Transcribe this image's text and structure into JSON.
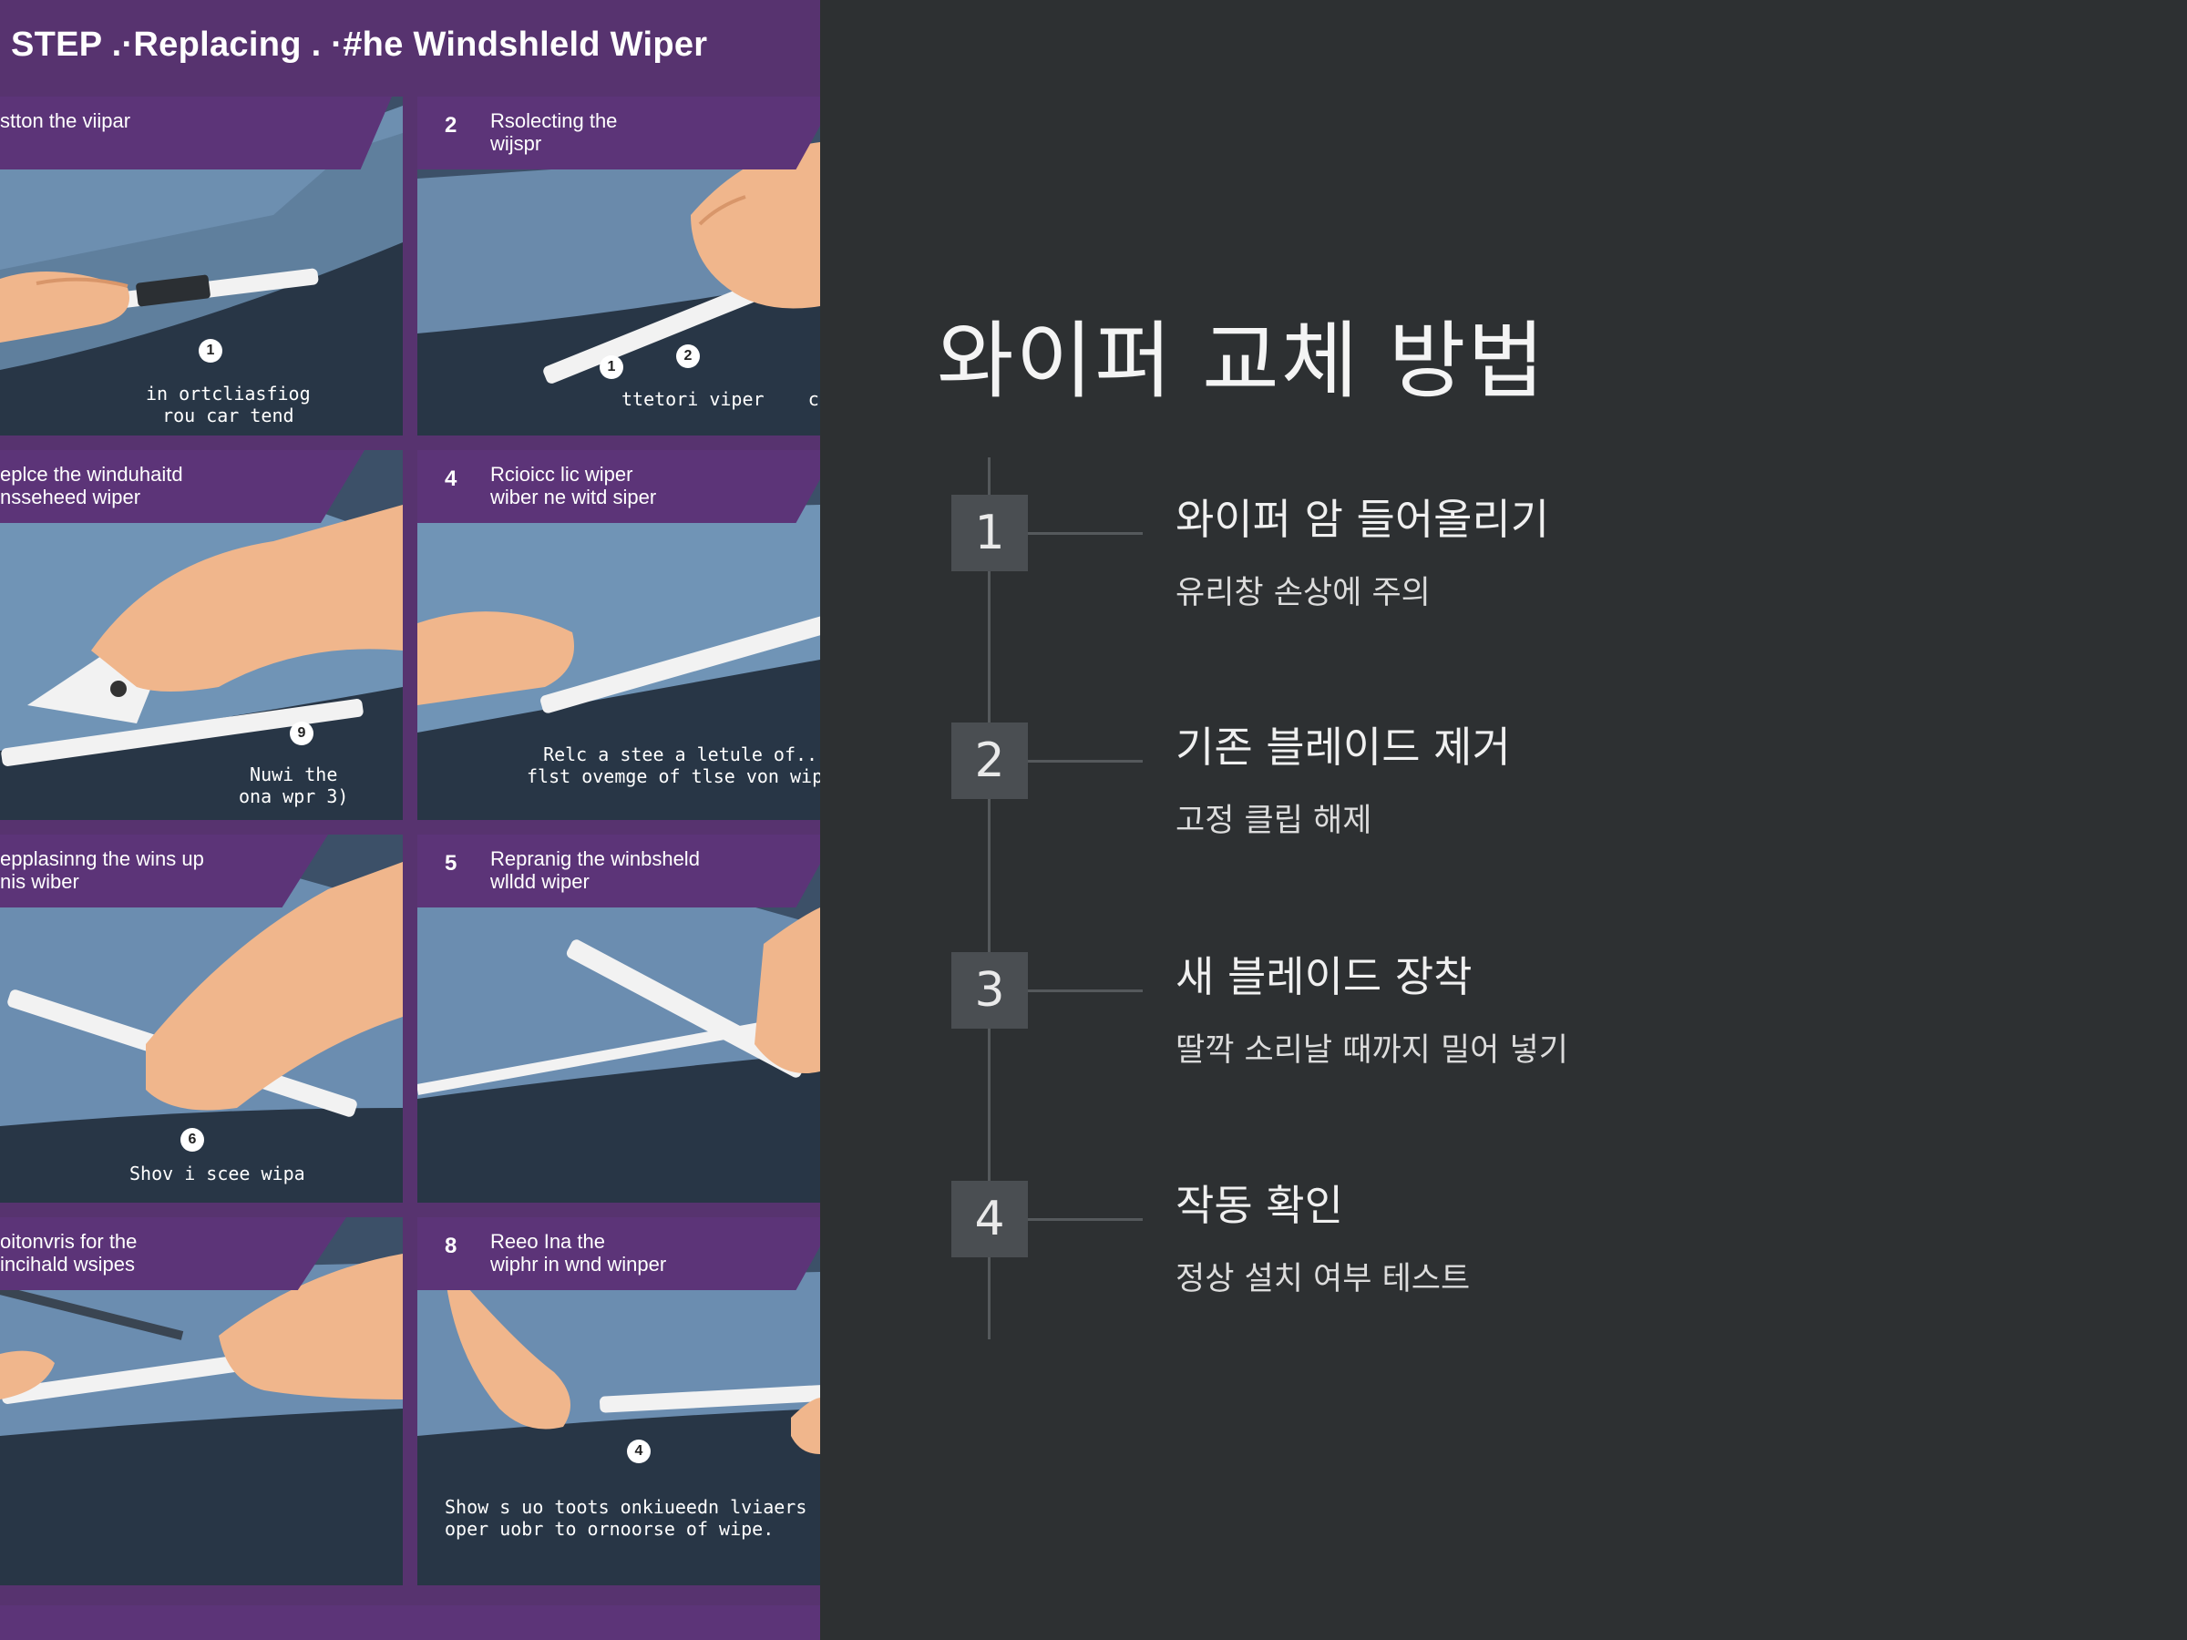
{
  "poster": {
    "title": "STEP .·Replacing . ·#he Windshleld Wiper",
    "panels": [
      {
        "number": "",
        "header": "stton the viipar",
        "caption": "in ortcliasfiog\nrou car tend",
        "markers": [
          "1"
        ]
      },
      {
        "number": "2",
        "header": "Rsolecting the\nwijspr",
        "caption": "ttetori viper    com",
        "markers": [
          "1",
          "2"
        ]
      },
      {
        "number": "",
        "header": "eplce the winduhaitd\nnsseheed wiper",
        "caption": "Nuwi the\nona wpr 3)",
        "markers": [
          "9"
        ]
      },
      {
        "number": "4",
        "header": "Rcioicc lic wiper\nwiber ne witd siper",
        "caption": "Relc a stee a letule of..\nflst ovemge of tlse von wipe",
        "markers": []
      },
      {
        "number": "",
        "header": "epplasinng the wins up\nnis wiber",
        "caption": "Shov i scee wipa",
        "markers": [
          "6"
        ]
      },
      {
        "number": "5",
        "header": "Repranig the winbsheld\nwlldd wiper",
        "caption": "",
        "markers": []
      },
      {
        "number": "",
        "header": "oitonvris for the\nincihald wsipes",
        "caption": "",
        "markers": []
      },
      {
        "number": "8",
        "header": "Reeo Ina the\nwiphr in wnd winper",
        "caption": "Show s uo toots onkiueedn lviaers\noper uobr to ornoorse of wipe.",
        "markers": [
          "4"
        ]
      }
    ]
  },
  "main": {
    "title": "와이퍼 교체 방법",
    "steps": [
      {
        "number": "1",
        "title": "와이퍼 암 들어올리기",
        "description": "유리창 손상에 주의"
      },
      {
        "number": "2",
        "title": "기존 블레이드 제거",
        "description": "고정 클립 해제"
      },
      {
        "number": "3",
        "title": "새 블레이드 장착",
        "description": "딸깍 소리날 때까지 밀어 넣기"
      },
      {
        "number": "4",
        "title": "작동 확인",
        "description": "정상 설치 여부 테스트"
      }
    ]
  },
  "colors": {
    "background": "#2d3032",
    "poster_purple": "#5c3478",
    "step_box": "#4a4e52",
    "timeline": "#55595c"
  },
  "icons": [
    "hand-illustration",
    "wiper-blade-illustration",
    "step-marker-circle"
  ]
}
